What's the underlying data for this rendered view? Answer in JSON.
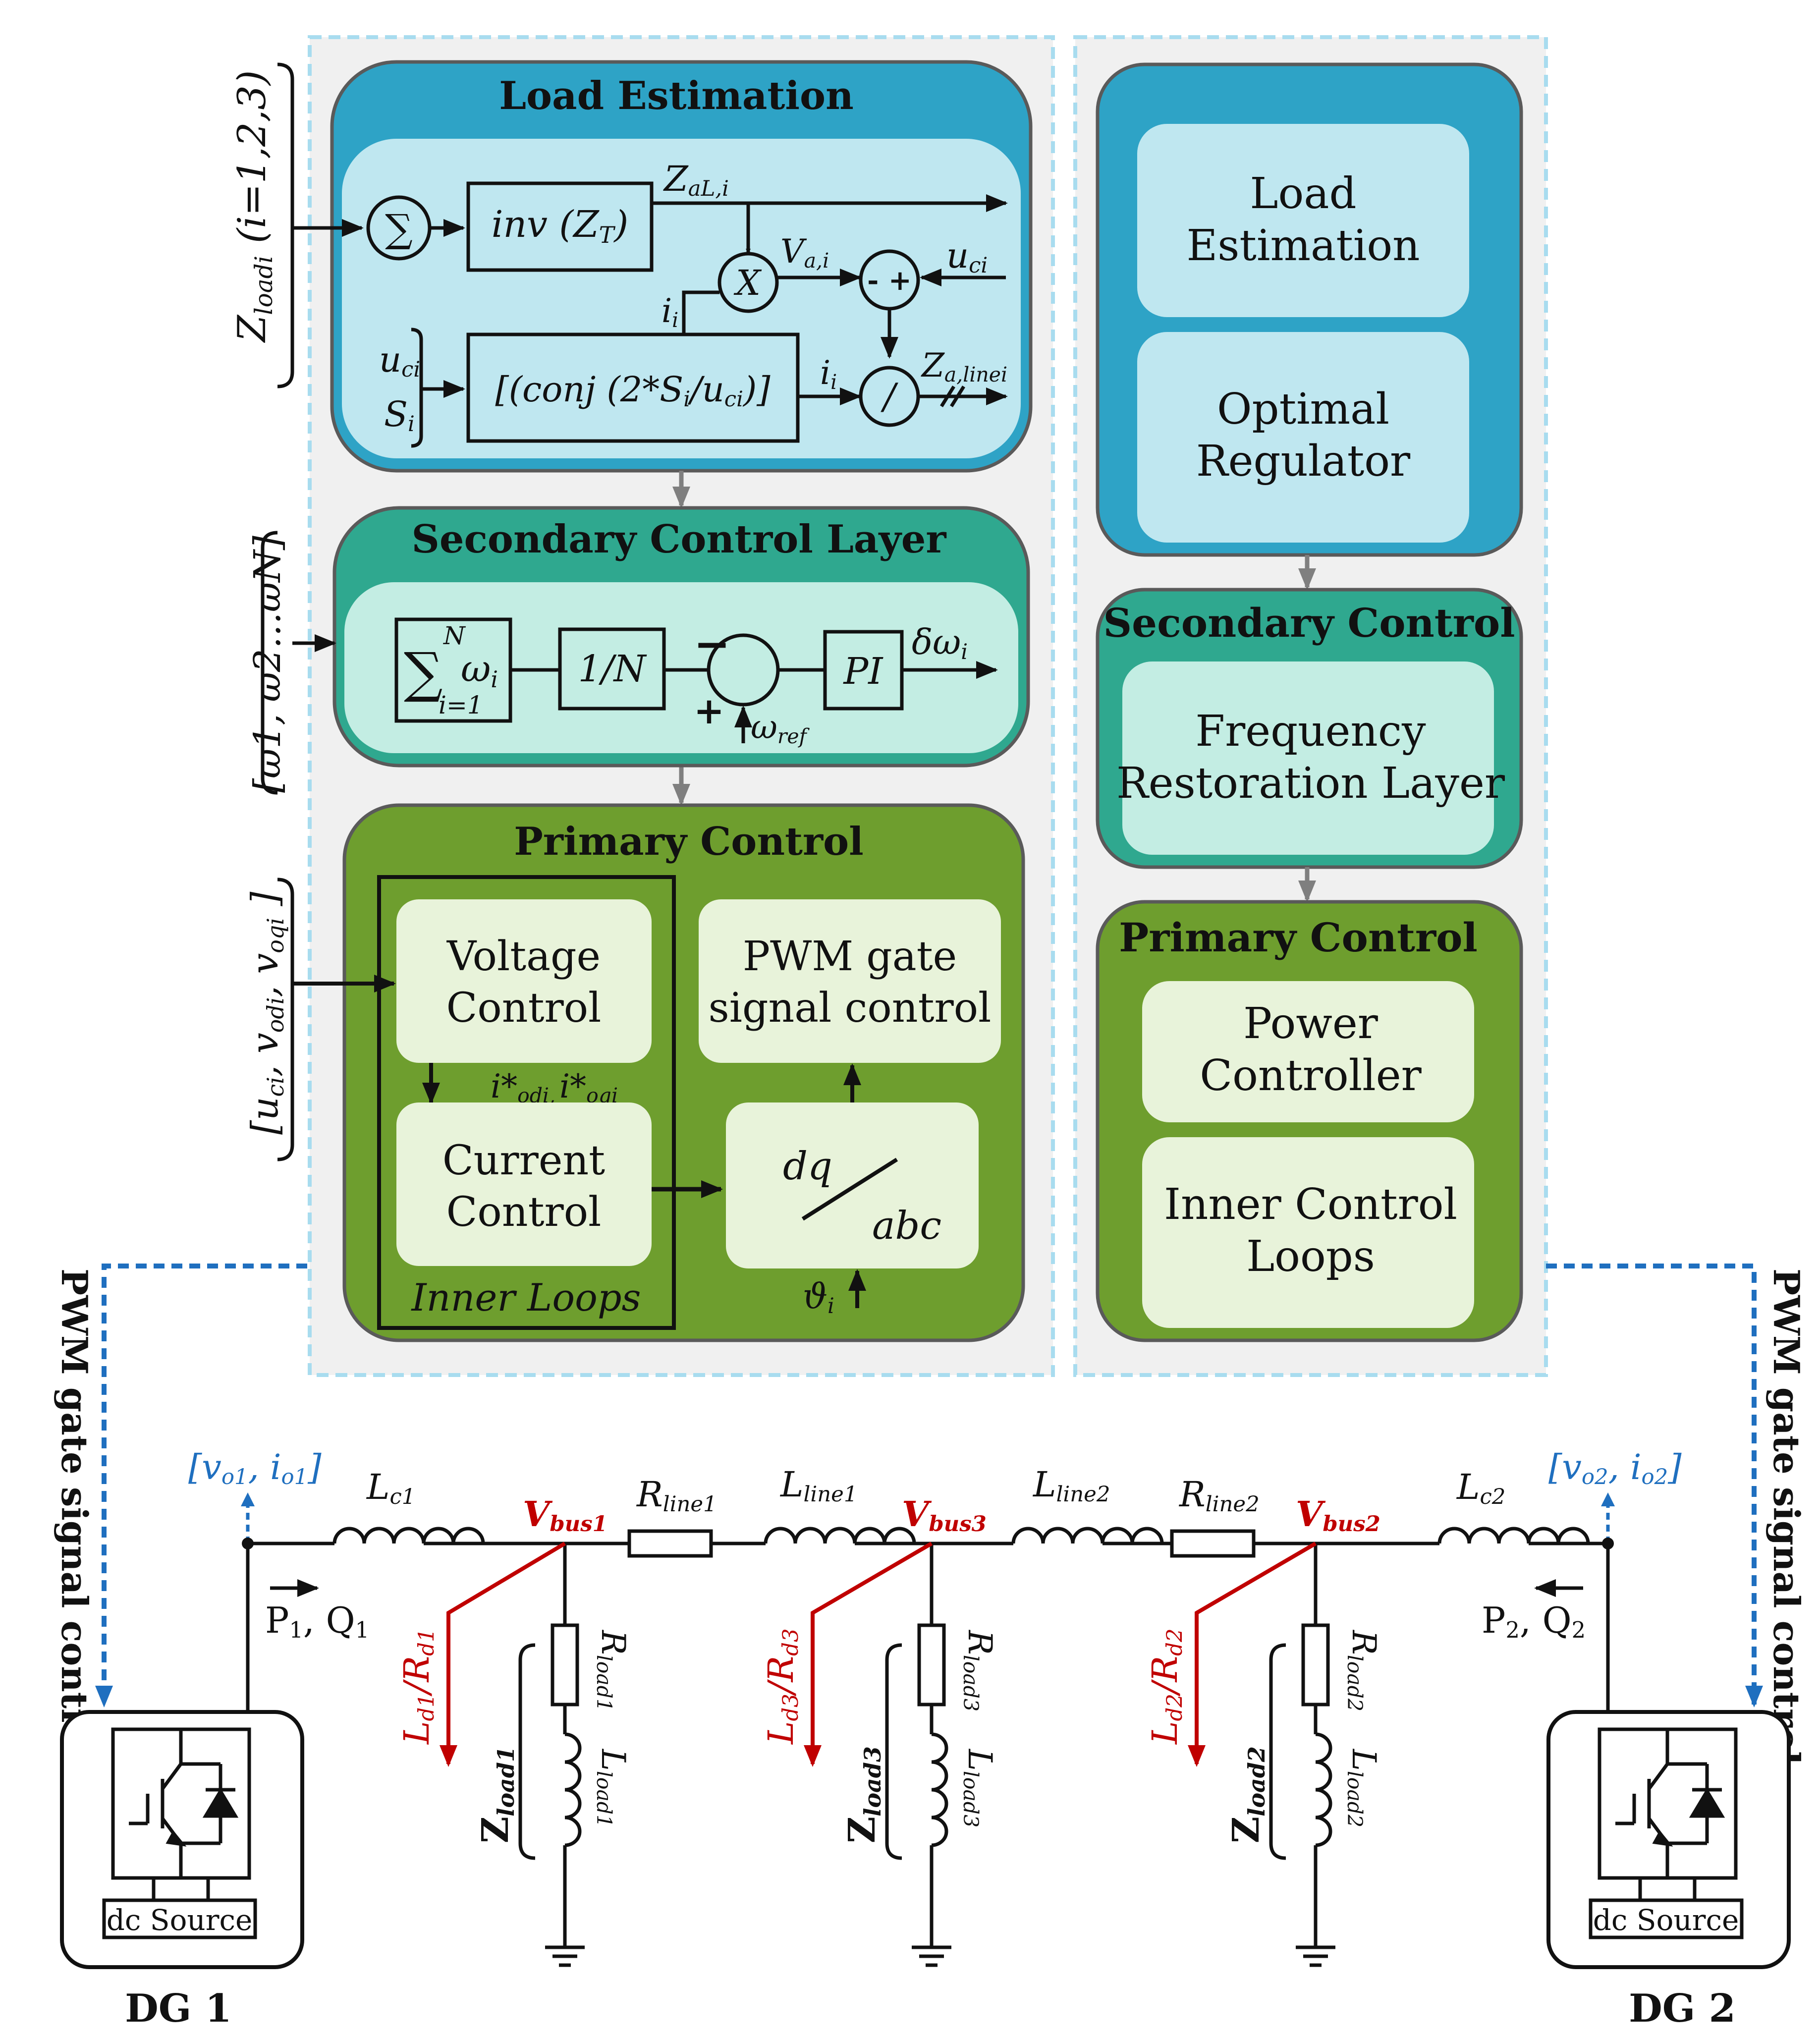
{
  "left_panel": {
    "load_estimation": {
      "title": "Load Estimation",
      "input_label": "Z",
      "input_sub": "loadi",
      "input_rest": " (i=1,2,3)",
      "sum_symbol": "∑",
      "inv_block": "inv (Z",
      "inv_block_sub": "T",
      "inv_block_end": ")",
      "z_al": "Z",
      "z_al_sub": "aL,i",
      "mult_symbol": "X",
      "v_ai": "V",
      "v_ai_sub": "a,i",
      "minus_plus": "- +",
      "u_ci": "u",
      "u_ci_sub": "ci",
      "i_i": "i",
      "i_i_sub": "i",
      "left_u": "u",
      "left_u_sub": "ci",
      "left_s": "S",
      "left_s_sub": "i",
      "conj_block": "[(conj (2*S",
      "conj_block_sub1": "i",
      "conj_block_mid": "/u",
      "conj_block_sub2": "ci",
      "conj_block_end": ")]",
      "div_symbol": "/",
      "z_line": "Z",
      "z_line_sub": "a,linei"
    },
    "secondary": {
      "title": "Secondary Control Layer",
      "input_label": "[ω1, ω2…ωN]",
      "sum_top": "N",
      "sum_omega": "ω",
      "sum_omega_sub": "i",
      "sum_bottom": "i=1",
      "div_block": "1/N",
      "pi_block": "PI",
      "output": "δω",
      "output_sub": "i",
      "minus": "−",
      "plus": "+",
      "omega_ref": "ω",
      "omega_ref_sub": "ref"
    },
    "primary": {
      "title": "Primary Control",
      "input_label": "[u",
      "input_sub1": "ci",
      "input_mid1": ", v",
      "input_sub2": "odi",
      "input_mid2": ", v",
      "input_sub3": "oqi",
      "input_end": " ]",
      "voltage_line1": "Voltage",
      "voltage_line2": "Control",
      "current_line1": "Current",
      "current_line2": "Control",
      "inner_loops": "Inner Loops",
      "pwm_line1": "PWM gate",
      "pwm_line2": "signal control",
      "i_ref_a": "i*",
      "i_ref_a_sub": "odi,",
      "i_ref_b": "i*",
      "i_ref_b_sub": "oqi",
      "dq": "dq",
      "abc": "abc",
      "theta": "ϑ",
      "theta_sub": "i"
    }
  },
  "right_panel": {
    "load_estimation_line1": "Load",
    "load_estimation_line2": "Estimation",
    "optimal_line1": "Optimal",
    "optimal_line2": "Regulator",
    "secondary_title": "Secondary Control",
    "frequency_line1": "Frequency",
    "frequency_line2": "Restoration Layer",
    "primary_title": "Primary Control",
    "power_line1": "Power",
    "power_line2": "Controller",
    "inner_line1": "Inner Control",
    "inner_line2": "Loops"
  },
  "circuit": {
    "pwm_left": "PWM gate signal control",
    "pwm_right": "PWM gate signal control",
    "meas_left": "[v",
    "meas_left_sub1": "o1",
    "meas_left_mid": ", i",
    "meas_left_sub2": "o1",
    "meas_left_end": "]",
    "meas_right": "[v",
    "meas_right_sub1": "o2",
    "meas_right_mid": ", i",
    "meas_right_sub2": "o2",
    "meas_right_end": "]",
    "lc1": "L",
    "lc1_sub": "c1",
    "lc2": "L",
    "lc2_sub": "c2",
    "rline1": "R",
    "rline1_sub": "line1",
    "lline1": "L",
    "lline1_sub": "line1",
    "lline2": "L",
    "lline2_sub": "line2",
    "rline2": "R",
    "rline2_sub": "line2",
    "vbus1": "V",
    "vbus1_sub": "bus1",
    "vbus2": "V",
    "vbus2_sub": "bus2",
    "vbus3": "V",
    "vbus3_sub": "bus3",
    "p1q1": "P",
    "p1q1_sub1": "1",
    "p1q1_mid": ", Q",
    "p1q1_sub2": "1",
    "p2q2": "P",
    "p2q2_sub1": "2",
    "p2q2_mid": ", Q",
    "p2q2_sub2": "2",
    "ld1": "L",
    "ld1_sub": "d1",
    "rd1": "/R",
    "rd1_sub": "d1",
    "ld2": "L",
    "ld2_sub": "d2",
    "rd2": "/R",
    "rd2_sub": "d2",
    "ld3": "L",
    "ld3_sub": "d3",
    "rd3": "/R",
    "rd3_sub": "d3",
    "zload1": "Z",
    "zload1_sub": "load1",
    "zload2": "Z",
    "zload2_sub": "load2",
    "zload3": "Z",
    "zload3_sub": "load3",
    "rload1": "R",
    "rload1_sub": "load1",
    "rload2": "R",
    "rload2_sub": "load2",
    "rload3": "R",
    "rload3_sub": "load3",
    "lload1": "L",
    "lload1_sub": "load1",
    "lload2": "L",
    "lload2_sub": "load2",
    "lload3": "L",
    "lload3_sub": "load3",
    "dc_source_left": "dc Source",
    "dc_source_right": "dc Source",
    "dg1": "DG 1",
    "dg2": "DG 2"
  },
  "colors": {
    "load_est_dark": "#2ea3c6",
    "load_est_light": "#bfe7f0",
    "secondary_dark": "#2fa88f",
    "secondary_light": "#c3ede3",
    "primary_dark": "#6e9e2e",
    "primary_light": "#e8f3da",
    "panel_bg": "#f0f0f0",
    "dashed_border": "#a8dcef",
    "red": "#c00000",
    "blue": "#1f6fbf"
  }
}
